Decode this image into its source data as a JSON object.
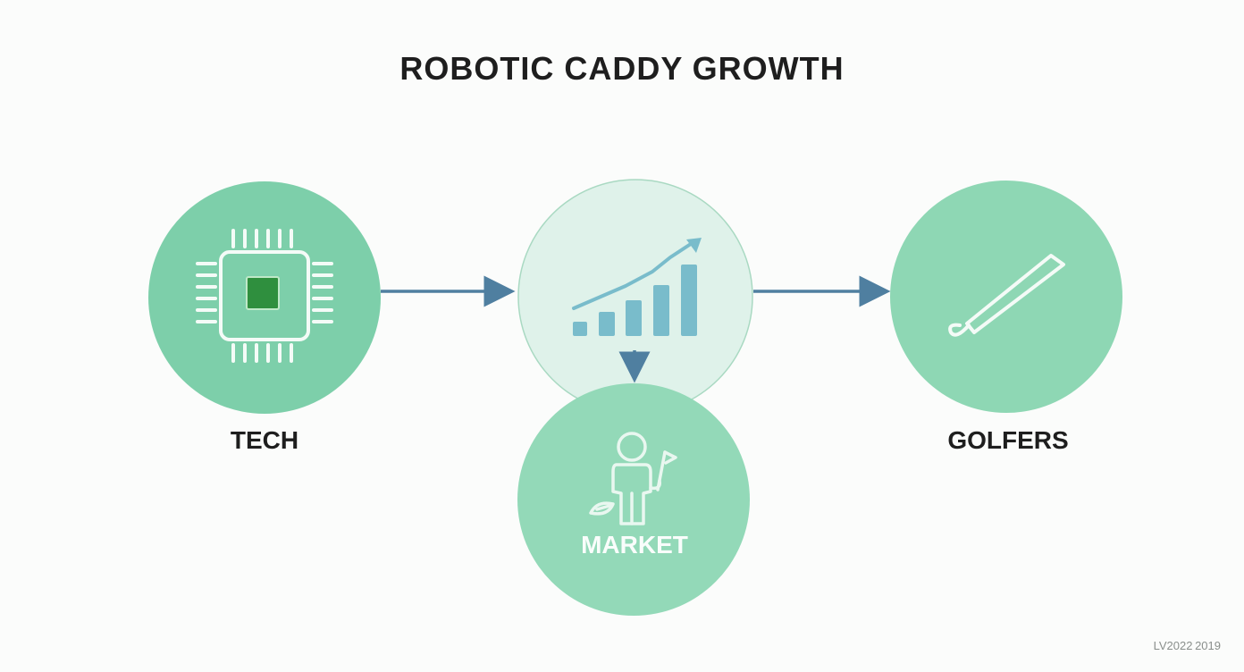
{
  "title": "ROBOTIC CADDY GROWTH",
  "nodes": {
    "tech": {
      "label": "TECH",
      "icon": "microchip-icon"
    },
    "growth": {
      "label": "",
      "icon": "growth-chart-icon"
    },
    "market": {
      "label": "MARKET",
      "icon": "golfer-person-icon"
    },
    "golfers": {
      "label": "GOLFERS",
      "icon": "golf-club-icon"
    }
  },
  "edges": [
    {
      "from": "tech",
      "to": "growth"
    },
    {
      "from": "growth",
      "to": "golfers"
    },
    {
      "from": "growth",
      "to": "market"
    }
  ],
  "colors": {
    "node_fill": "#7dcfaa",
    "node_fill_light": "#dff2ea",
    "market_fill": "#93d9b8",
    "golfers_fill": "#8ed7b4",
    "arrow": "#4f7fa0",
    "chart_blue": "#79bccb",
    "chip_core": "#2f8f3e"
  },
  "watermark": "LV2022 2019"
}
